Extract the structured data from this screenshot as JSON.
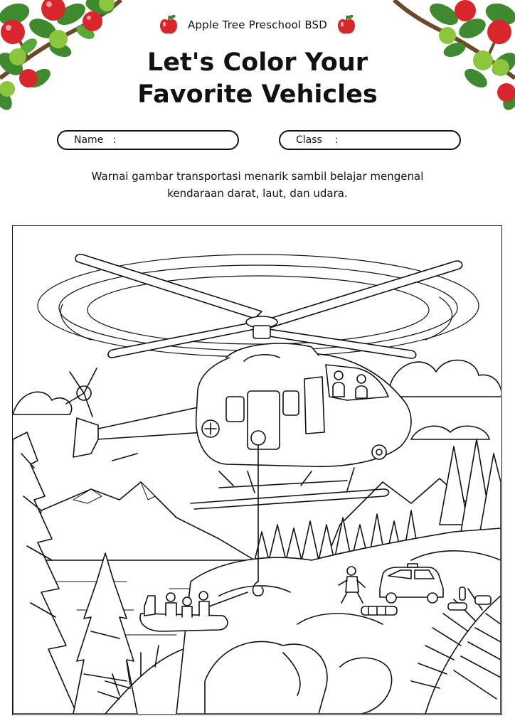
{
  "header": {
    "school_name": "Apple Tree Preschool BSD",
    "title_line1": "Let's Color Your",
    "title_line2": "Favorite Vehicles"
  },
  "fields": {
    "name_label": "Name",
    "class_label": "Class",
    "separator": ":"
  },
  "instructions": {
    "line1": "Warnai gambar transportasi menarik sambil belajar mengenal",
    "line2": "kendaraan darat, laut, dan udara."
  },
  "colors": {
    "apple_red": "#d8262c",
    "leaf_green": "#3f8a2e",
    "apple_green": "#8cc63f",
    "ink": "#111111"
  },
  "icons": [
    "apple-icon",
    "apple-tree-branch"
  ]
}
